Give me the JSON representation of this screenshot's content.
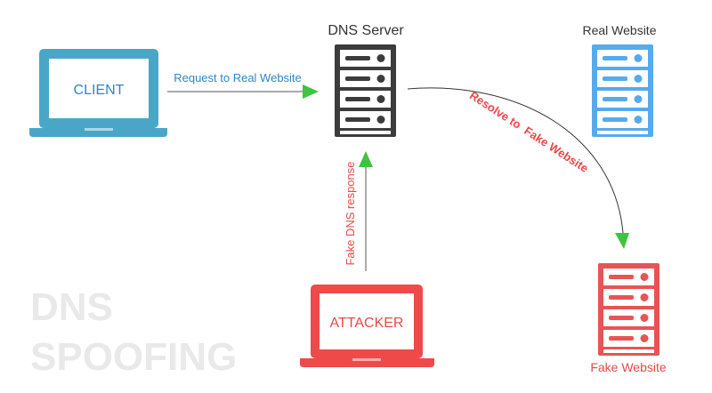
{
  "title": {
    "line1": "DNS",
    "line2": "SPOOFING"
  },
  "nodes": {
    "client": {
      "label": "CLIENT",
      "icon": "laptop-icon"
    },
    "dns_server": {
      "label": "DNS Server",
      "icon": "server-icon"
    },
    "real_website": {
      "label": "Real Website",
      "icon": "server-icon"
    },
    "attacker": {
      "label": "ATTACKER",
      "icon": "laptop-icon"
    },
    "fake_website": {
      "label": "Fake Website",
      "icon": "server-icon"
    }
  },
  "edges": {
    "request": "Request to Real Website",
    "fake_response": "Fake DNS response",
    "resolve": "Resolve to  Fake Website"
  },
  "colors": {
    "client": "#4aa6c6",
    "server_dark": "#3c3c3c",
    "real_website": "#56aaee",
    "attacker": "#ee4a4a",
    "fake_website": "#e85454",
    "arrow_head": "#3ec43e",
    "request_text": "#2c86c8",
    "red_text": "#e84848",
    "watermark": "#e8e8e8"
  }
}
